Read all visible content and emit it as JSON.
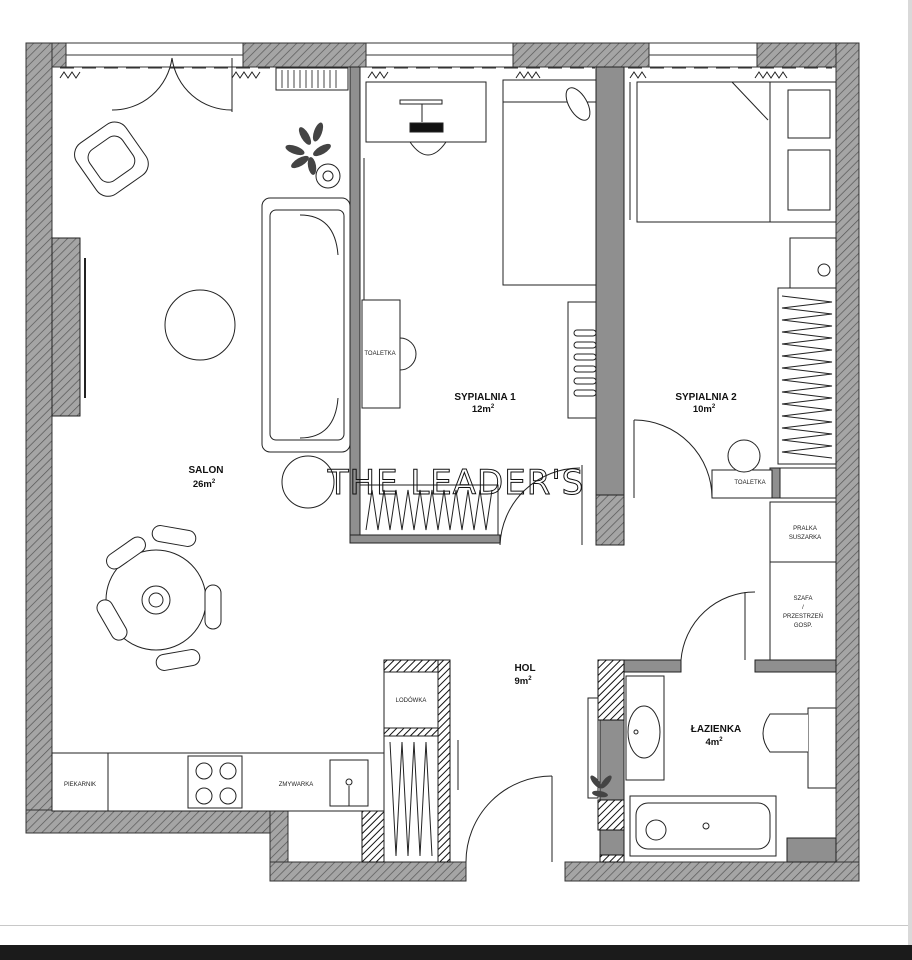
{
  "rooms": {
    "salon": {
      "name": "SALON",
      "area": "26m",
      "unit_sup": "2"
    },
    "sypialnia1": {
      "name": "SYPIALNIA 1",
      "area": "12m",
      "unit_sup": "2"
    },
    "sypialnia2": {
      "name": "SYPIALNIA 2",
      "area": "10m",
      "unit_sup": "2"
    },
    "hol": {
      "name": "HOL",
      "area": "9m",
      "unit_sup": "2"
    },
    "lazienka": {
      "name": "ŁAZIENKA",
      "area": "4m",
      "unit_sup": "2"
    }
  },
  "fixtures": {
    "toaletka1": "TOALETKA",
    "toaletka2": "TOALETKA",
    "pralka_line1": "PRALKA",
    "pralka_line2": "SUSZARKA",
    "szafa_line1": "SZAFA",
    "szafa_line2": "/",
    "szafa_line3": "PRZESTRZEŃ",
    "szafa_line4": "GOSP.",
    "lodowka": "LODÓWKA",
    "piekarnik": "PIEKARNIK",
    "zmywarka": "ZMYWARKA"
  },
  "watermark": "THE LEADER'S",
  "colors": {
    "wall_fill": "#8f8f8f",
    "line": "#1a1a1a",
    "background": "#ffffff"
  }
}
